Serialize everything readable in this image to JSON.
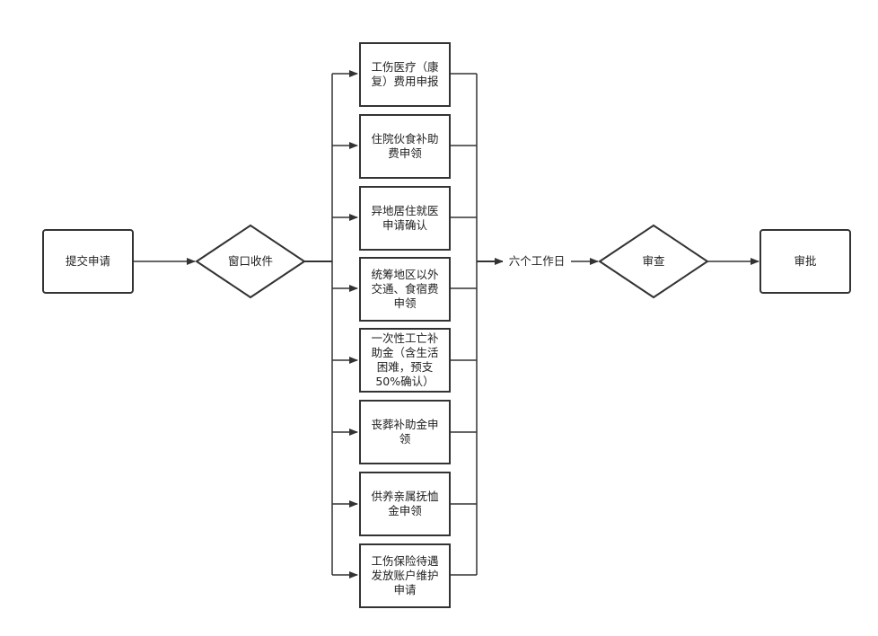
{
  "nodes": {
    "submit": "提交申请",
    "window": "窗口收件",
    "review": "审查",
    "approve": "审批"
  },
  "edge_label": "六个工作日",
  "items": [
    "工伤医疗（康复）费用申报",
    "住院伙食补助费申领",
    "异地居住就医申请确认",
    "统筹地区以外交通、食宿费申领",
    "一次性工亡补助金（含生活困难，预支50%确认）",
    "丧葬补助金申领",
    "供养亲属抚恤金申领",
    "工伤保险待遇发放账户维护申请"
  ]
}
